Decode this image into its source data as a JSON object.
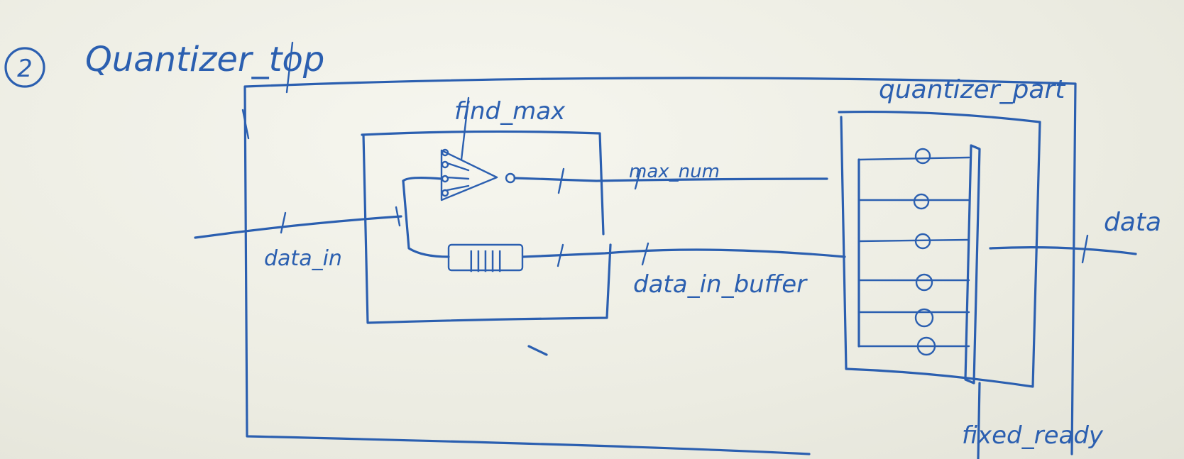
{
  "diagram": {
    "step_number": "2",
    "title": "Quantizer_top",
    "blocks": {
      "find_max": "find_max",
      "quantizer_part": "quantizer_part",
      "fifo_symbol": "|||||"
    },
    "signals": {
      "data_in": "data_in",
      "max_num": "max_num",
      "data_in_buffer": "data_in_buffer",
      "data_out": "data",
      "fixed_ready": "fixed_ready"
    },
    "ink_color": "#2b5fb0",
    "board_color": "#eeeee4"
  }
}
